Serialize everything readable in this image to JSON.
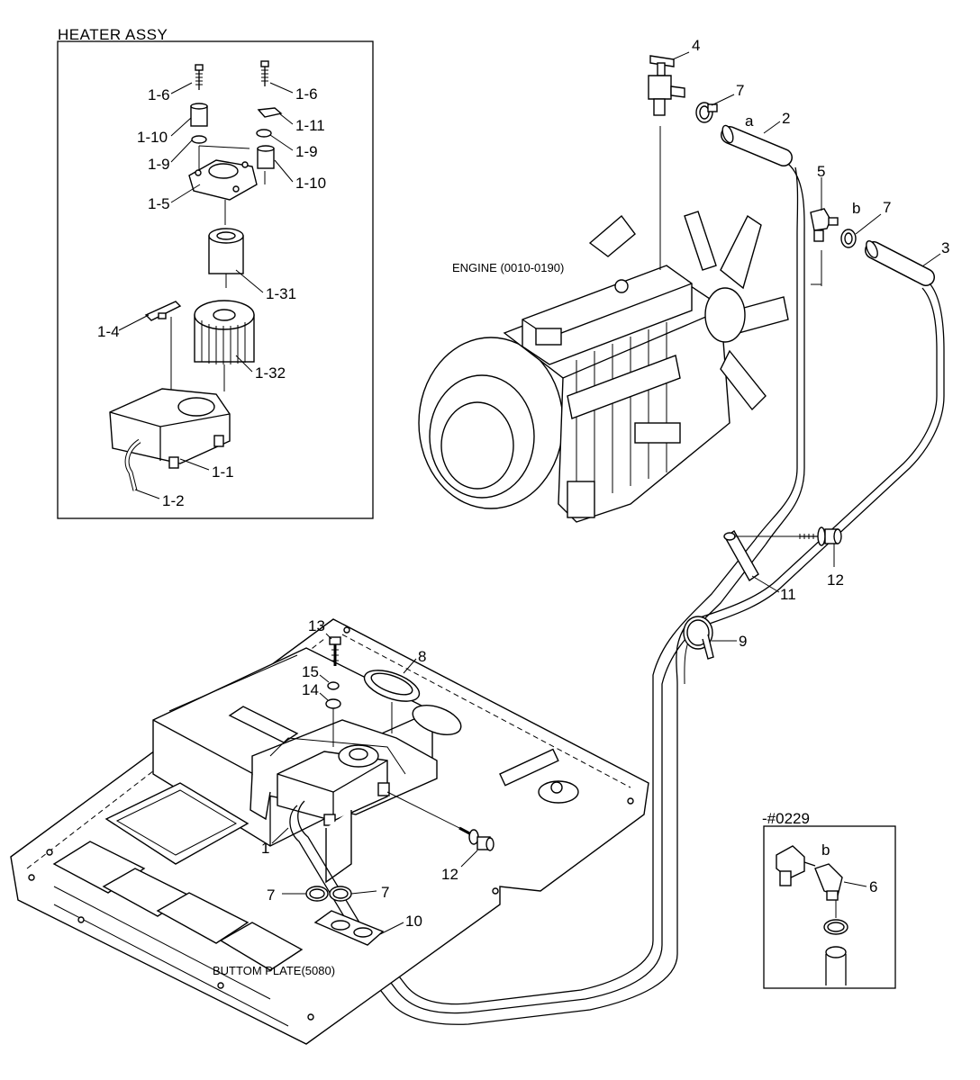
{
  "captions": {
    "heater_assy": "HEATER ASSY",
    "engine": "ENGINE (0010-0190)",
    "bottom_plate": "BUTTOM PLATE(5080)",
    "inset_serial": "-#0229"
  },
  "labels": {
    "l_1_6_a": "1-6",
    "l_1_6_b": "1-6",
    "l_1_11": "1-11",
    "l_1_10_a": "1-10",
    "l_1_9_a": "1-9",
    "l_1_9_b": "1-9",
    "l_1_10_b": "1-10",
    "l_1_5": "1-5",
    "l_1_31": "1-31",
    "l_1_4": "1-4",
    "l_1_32": "1-32",
    "l_1_1": "1-1",
    "l_1_2": "1-2",
    "l_4": "4",
    "l_7_a": "7",
    "l_a": "a",
    "l_2": "2",
    "l_5": "5",
    "l_b_a": "b",
    "l_7_b": "7",
    "l_3": "3",
    "l_11": "11",
    "l_12_a": "12",
    "l_9": "9",
    "l_13": "13",
    "l_8": "8",
    "l_15": "15",
    "l_14": "14",
    "l_1": "1",
    "l_12_b": "12",
    "l_7_c": "7",
    "l_7_d": "7",
    "l_10": "10",
    "l_b_b": "b",
    "l_6": "6"
  }
}
